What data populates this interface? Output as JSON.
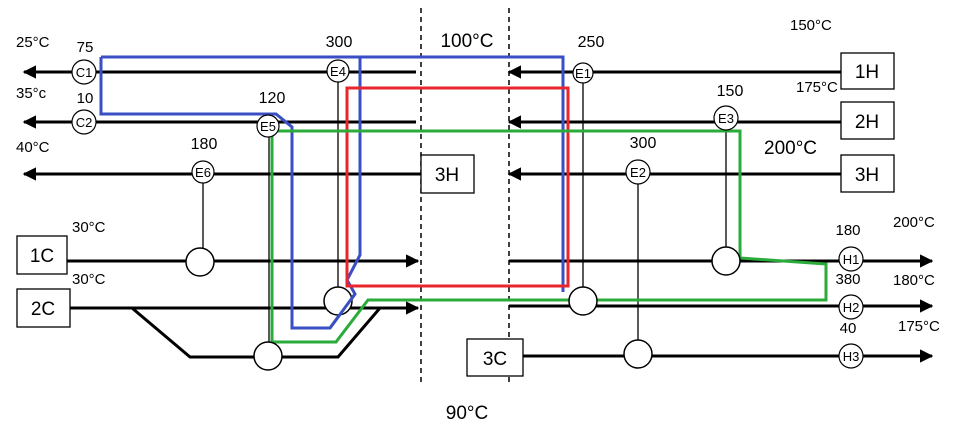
{
  "colors": {
    "stream": "#000000",
    "blue_loop": "#3a4fc4",
    "red_loop": "#e8262b",
    "green_loop": "#2aab3a"
  },
  "pinch": {
    "top_temp": "100°C",
    "bottom_temp": "90°C"
  },
  "hot_streams": [
    {
      "id": "1H",
      "outlet_temp": "25°C",
      "inlet_temp": "150°C"
    },
    {
      "id": "2H",
      "outlet_temp": "35°c",
      "inlet_temp": "175°C"
    },
    {
      "id": "3H",
      "outlet_temp": "40°C",
      "inlet_temp": "200°C"
    }
  ],
  "cold_streams": [
    {
      "id": "1C",
      "inlet_temp": "30°C",
      "outlet_temp": "200°C"
    },
    {
      "id": "2C",
      "inlet_temp": "30°C",
      "outlet_temp": "180°C"
    },
    {
      "id": "3C",
      "outlet_temp": "175°C"
    }
  ],
  "coolers": [
    {
      "id": "C1",
      "duty": "75"
    },
    {
      "id": "C2",
      "duty": "10"
    }
  ],
  "heaters": [
    {
      "id": "H1",
      "duty": "180"
    },
    {
      "id": "H2",
      "duty": "380"
    },
    {
      "id": "H3",
      "duty": "40"
    }
  ],
  "exchangers": [
    {
      "id": "E1",
      "duty": "250"
    },
    {
      "id": "E2",
      "duty": "300"
    },
    {
      "id": "E3",
      "duty": "150"
    },
    {
      "id": "E4",
      "duty": "300"
    },
    {
      "id": "E5",
      "duty": "120"
    },
    {
      "id": "E6",
      "duty": "180"
    }
  ]
}
